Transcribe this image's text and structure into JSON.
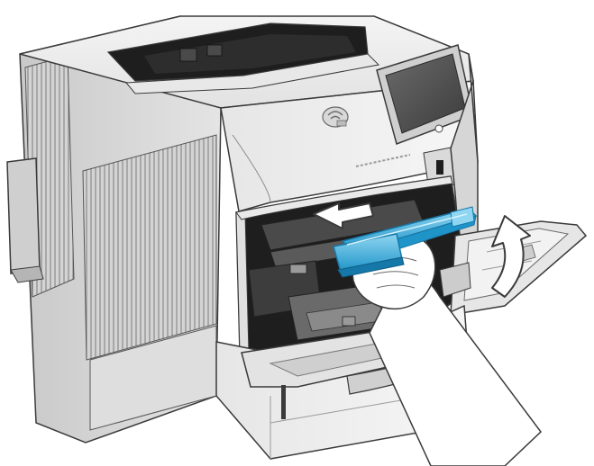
{
  "figure": {
    "subject": "printer-tray-2-jam-access-illustration",
    "style": "grayscale line illustration with blue highlighted part and arrows",
    "colors": {
      "outline": "#3a3a3a",
      "body_light": "#efefef",
      "body_mid": "#d9d9d9",
      "body_dark": "#9c9c9c",
      "interior_dark": "#1e1e1e",
      "screen": "#5a5a5a",
      "highlight_blue": "#2aa7d8",
      "highlight_blue_light": "#8fd6f2",
      "highlight_blue_dark": "#1678a8"
    },
    "icons": [
      "printer-illustration",
      "control-panel-screen-icon",
      "home-button-icon",
      "nfc-logo-icon",
      "paper-guide-part-icon",
      "push-arrow-icon",
      "lift-curved-arrow-icon",
      "hand-icon"
    ]
  }
}
